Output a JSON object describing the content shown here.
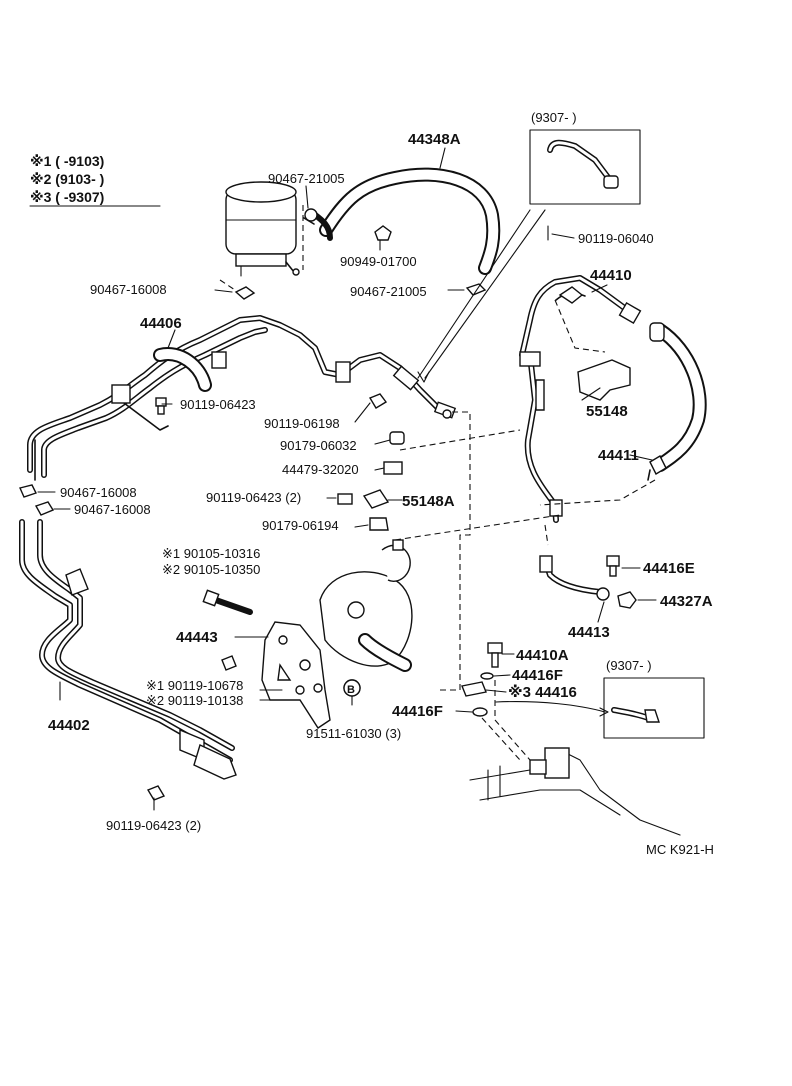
{
  "diagram_code": "MC K921-H",
  "legend": {
    "row1": "※1 (      -9103)",
    "row2": "※2 (9103-       )",
    "row3": "※3 (      -9307)"
  },
  "insets": {
    "top_right": "(9307-        )",
    "bottom_right": "(9307-        )"
  },
  "labels": {
    "p44348A": "44348A",
    "p90467_21005_a": "90467-21005",
    "p90949_01700": "90949-01700",
    "p90467_21005_b": "90467-21005",
    "p90467_16008_top": "90467-16008",
    "p44406": "44406",
    "p90119_06423_a": "90119-06423",
    "p90119_06198": "90119-06198",
    "p90179_06032": "90179-06032",
    "p44479_32020": "44479-32020",
    "p90119_06423_2": "90119-06423 (2)",
    "p55148A": "55148A",
    "p90179_06194": "90179-06194",
    "p90467_16008_l1": "90467-16008",
    "p90467_16008_l2": "90467-16008",
    "p90105_10316": "※1  90105-10316",
    "p90105_10350": "※2  90105-10350",
    "p44443": "44443",
    "p90119_10678": "※1 90119-10678",
    "p90119_10138": "※2 90119-10138",
    "p91511": "91511-61030 (3)",
    "p44402": "44402",
    "p90119_06423_b": "90119-06423 (2)",
    "p90119_06040": "90119-06040",
    "p44410": "44410",
    "p55148": "55148",
    "p44411": "44411",
    "p44416E": "44416E",
    "p44327A": "44327A",
    "p44413": "44413",
    "p44410A": "44410A",
    "p44416F_a": "44416F",
    "p44416": "※3 44416",
    "p44416F_b": "44416F",
    "marker_b": "B"
  }
}
